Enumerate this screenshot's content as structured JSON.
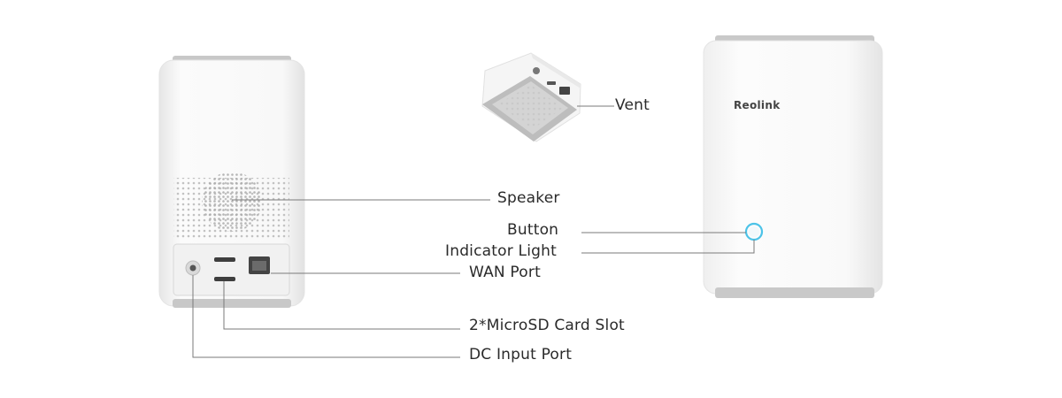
{
  "labels": {
    "vent": "Vent",
    "speaker": "Speaker",
    "button": "Button",
    "indicator_light": "Indicator Light",
    "wan_port": "WAN Port",
    "microsd_slot": "2*MicroSD Card Slot",
    "dc_input_port": "DC Input Port"
  },
  "brand": {
    "logo_text": "Reolink"
  },
  "colors": {
    "device_body": "#f7f7f7",
    "device_shade": "#e9e9e9",
    "trim_gray": "#c3c3c3",
    "vent_gray": "#b9b9b9",
    "leader_line": "#7a7a7a",
    "indicator_ring": "#4cc3e8"
  }
}
